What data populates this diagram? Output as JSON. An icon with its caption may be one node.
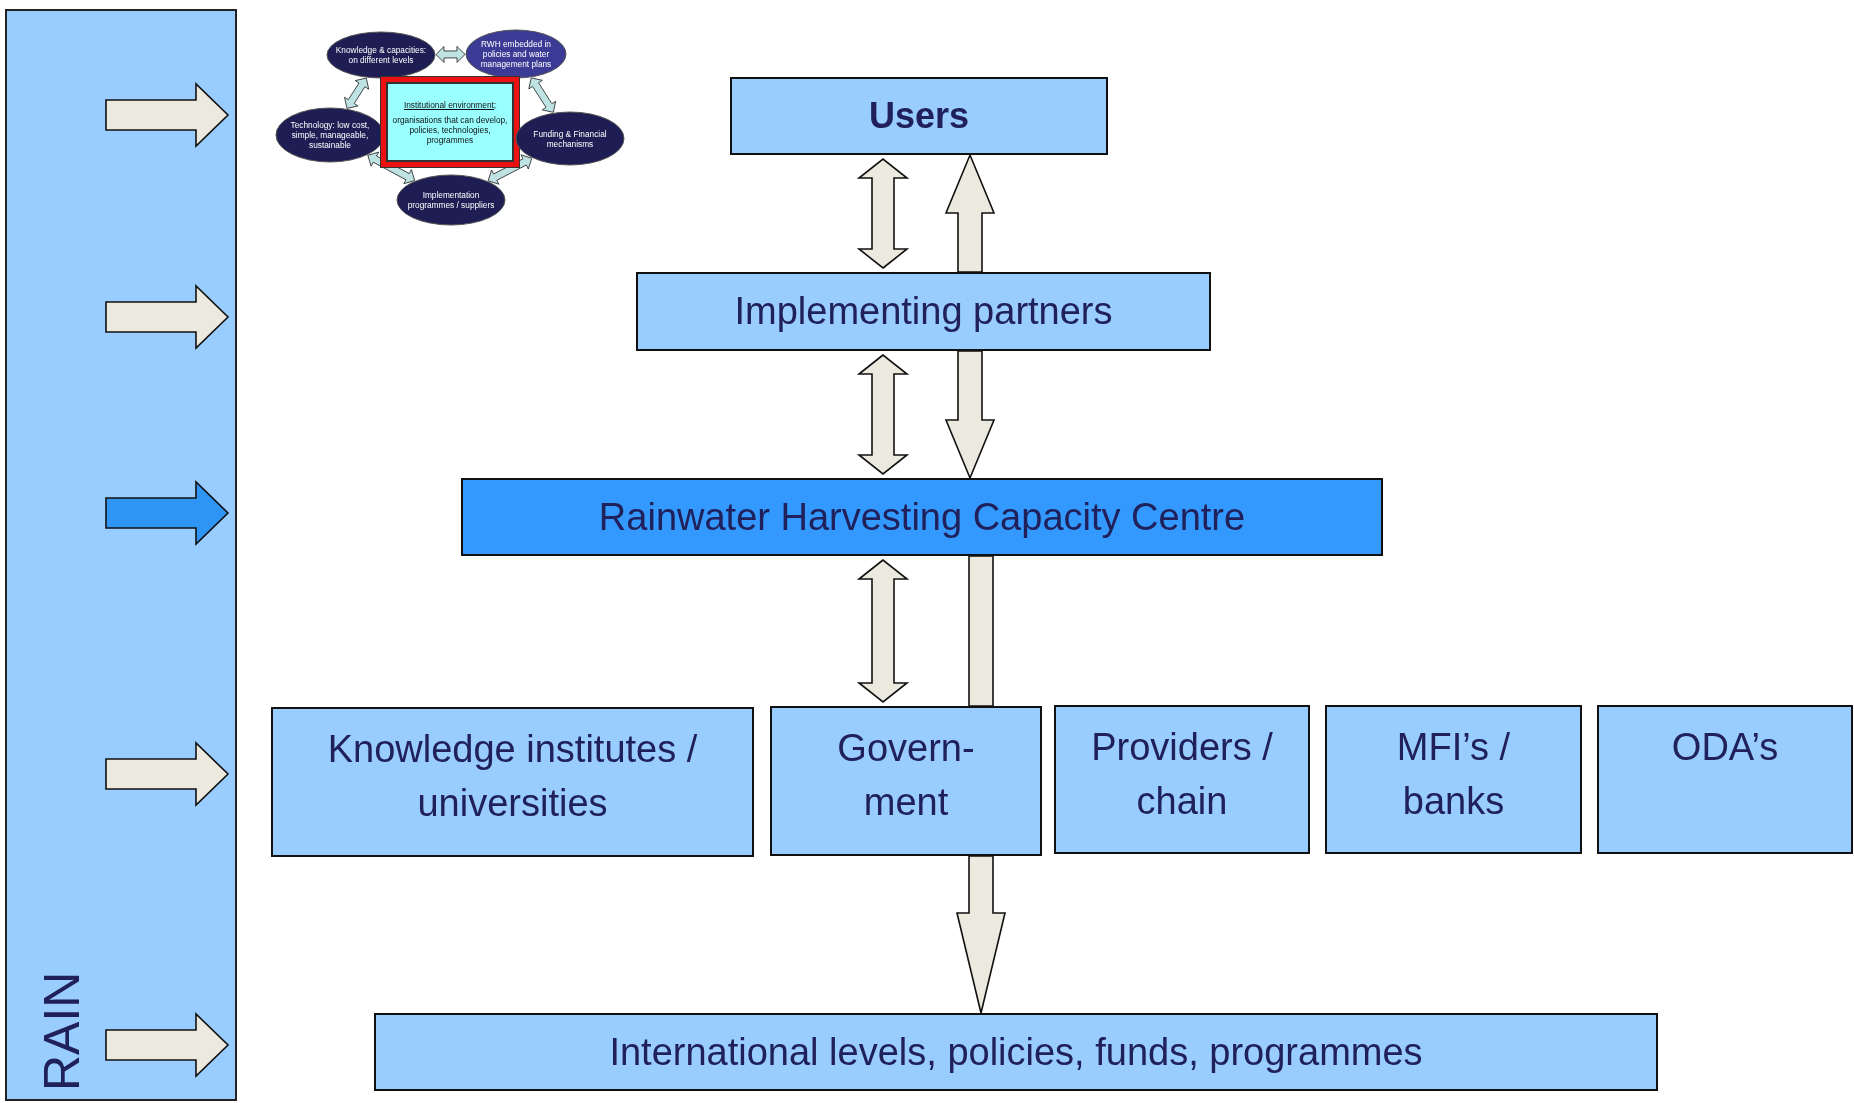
{
  "diagram": {
    "nodes": [
      {
        "text": [
          "RAIN"
        ]
      },
      {
        "text": [
          "Knowledge & capacities: on different levels"
        ]
      },
      {
        "text": [
          "RWH embedded in policies and water management plans"
        ]
      },
      {
        "text": [
          "Technology: low cost, simple, manageable, sustainable"
        ]
      },
      {
        "text": [
          "Institutional environment;",
          "organisations that can develop, policies, technologies, programmes"
        ]
      },
      {
        "text": [
          "Funding & Financial mechanisms"
        ]
      },
      {
        "text": [
          "Implementation programmes / suppliers"
        ]
      },
      {
        "text": [
          "Users"
        ]
      },
      {
        "text": [
          "Implementing partners"
        ]
      },
      {
        "text": [
          "Rainwater Harvesting Capacity Centre"
        ]
      },
      {
        "text": [
          "Knowledge institutes / universities"
        ]
      },
      {
        "text": [
          "Govern- ment"
        ]
      },
      {
        "text": [
          "Providers / chain"
        ]
      },
      {
        "text": [
          "MFI’s / banks"
        ]
      },
      {
        "text": [
          "ODA’s"
        ]
      },
      {
        "text": [
          "International levels, policies, funds, programmes"
        ]
      }
    ],
    "edges": [
      {
        "from": 1,
        "to": 2,
        "arrow": "both"
      },
      {
        "from": 2,
        "to": 5,
        "arrow": "both"
      },
      {
        "from": 5,
        "to": 6,
        "arrow": "both"
      },
      {
        "from": 6,
        "to": 3,
        "arrow": "both"
      },
      {
        "from": 3,
        "to": 1,
        "arrow": "both"
      },
      {
        "from": 8,
        "to": 7,
        "arrow": "both"
      },
      {
        "from": 8,
        "to": 7,
        "arrow": "to"
      },
      {
        "from": 8,
        "to": 9,
        "arrow": "both"
      },
      {
        "from": 8,
        "to": 9,
        "arrow": "to"
      },
      {
        "from": 9,
        "to": 11,
        "arrow": "both"
      },
      {
        "from": 9,
        "to": 11,
        "arrow": "none"
      },
      {
        "from": 11,
        "to": 15,
        "arrow": "to"
      }
    ]
  }
}
